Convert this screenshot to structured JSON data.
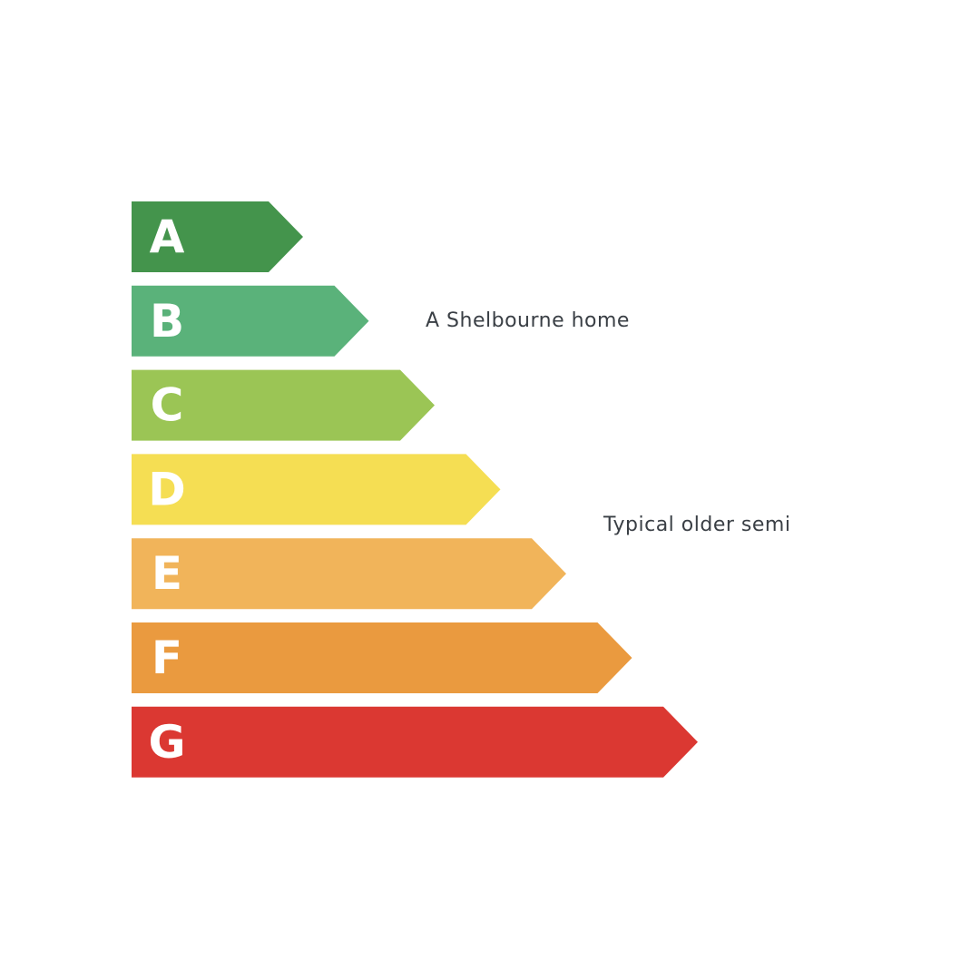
{
  "bands": [
    {
      "letter": "A",
      "color": "#44944c"
    },
    {
      "letter": "B",
      "color": "#5ab27a"
    },
    {
      "letter": "C",
      "color": "#9bc555"
    },
    {
      "letter": "D",
      "color": "#f5de53"
    },
    {
      "letter": "E",
      "color": "#f1b45a"
    },
    {
      "letter": "F",
      "color": "#ea9a3f"
    },
    {
      "letter": "G",
      "color": "#db3832"
    }
  ],
  "annotations": {
    "shelbourne_home": "A Shelbourne home",
    "typical_older_semi": "Typical older semi"
  }
}
